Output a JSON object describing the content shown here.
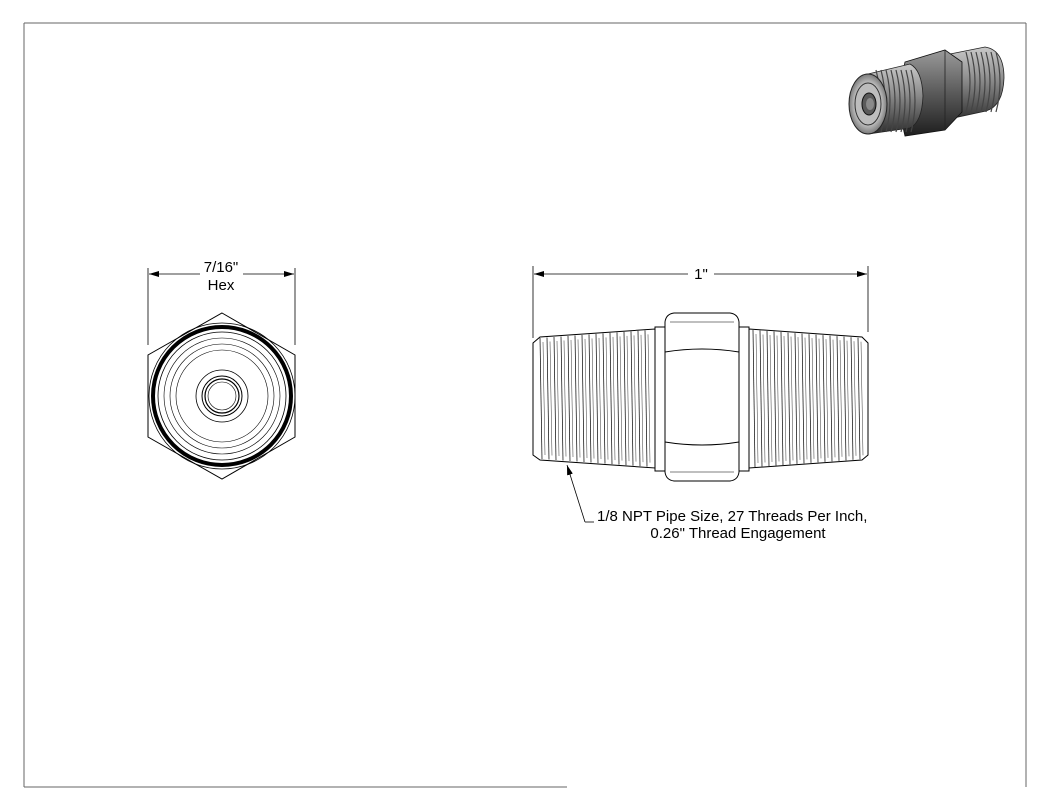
{
  "end_view": {
    "hex_dimension": "7/16\"",
    "hex_label": "Hex"
  },
  "side_view": {
    "length_dimension": "1\""
  },
  "callout": {
    "line1": "1/8 NPT Pipe Size, 27 Threads Per Inch,",
    "line2": "0.26\" Thread Engagement"
  },
  "colors": {
    "line": "#000000",
    "frame": "#555555",
    "background": "#ffffff"
  }
}
